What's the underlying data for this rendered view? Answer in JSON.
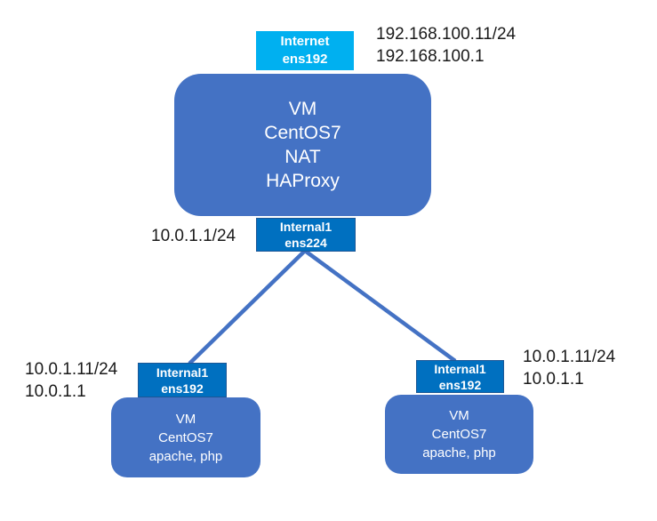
{
  "diagram": {
    "colors": {
      "internet_label_bg": "#00B0F0",
      "interface_label_bg": "#0070C0",
      "interface_label_border": "#1c5796",
      "vm_node_bg": "#4472C4",
      "connector_line": "#4472C4",
      "annotation_text": "#1a1a1a",
      "label_text": "#ffffff"
    },
    "wan": {
      "interface": {
        "line1": "Internet",
        "line2": "ens192"
      },
      "ips": {
        "line1": "192.168.100.11/24",
        "line2": "192.168.100.1"
      }
    },
    "haproxy_node": {
      "lines": [
        "VM",
        "CentOS7",
        "NAT",
        "HAProxy"
      ]
    },
    "internal_interface": {
      "line1": "Internal1",
      "line2": "ens224"
    },
    "gateway_ip": "10.0.1.1/24",
    "web1": {
      "interface": {
        "line1": "Internal1",
        "line2": "ens192"
      },
      "node_lines": [
        "VM",
        "CentOS7",
        "apache, php"
      ],
      "ips": {
        "line1": "10.0.1.11/24",
        "line2": "10.0.1.1"
      }
    },
    "web2": {
      "interface": {
        "line1": "Internal1",
        "line2": "ens192"
      },
      "node_lines": [
        "VM",
        "CentOS7",
        "apache, php"
      ],
      "ips": {
        "line1": "10.0.1.11/24",
        "line2": "10.0.1.1"
      }
    }
  }
}
